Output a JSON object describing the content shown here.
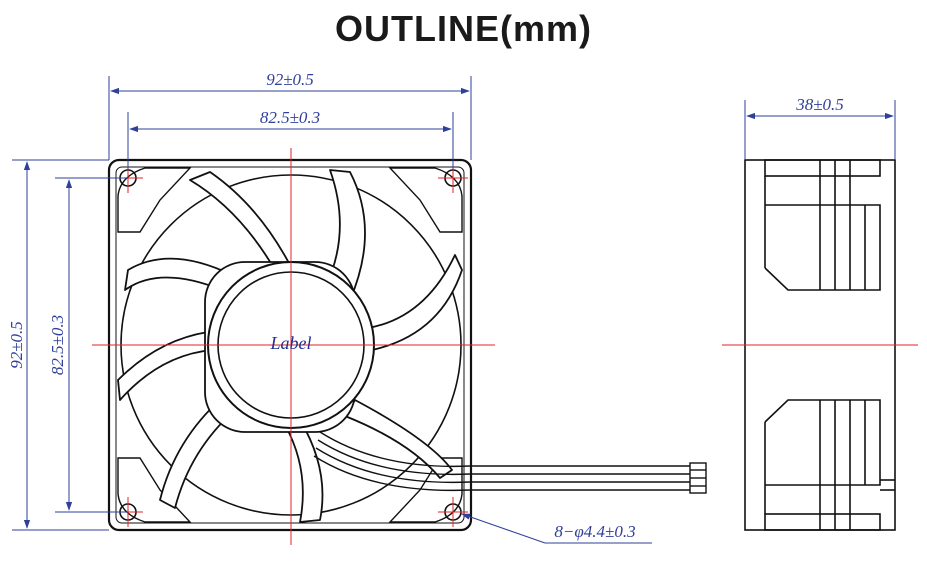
{
  "title": "OUTLINE(mm)",
  "front_view": {
    "dim_width_outer": "92±0.5",
    "dim_width_inner": "82.5±0.3",
    "dim_height_outer": "92±0.5",
    "dim_height_inner": "82.5±0.3",
    "hub_label": "Label",
    "hole_callout": "8−φ4.4±0.3"
  },
  "side_view": {
    "dim_depth": "38±0.5"
  },
  "colors": {
    "dimension_blue": "#2f3f9a",
    "centerline_red": "#e0242b",
    "outline_black": "#111111"
  }
}
